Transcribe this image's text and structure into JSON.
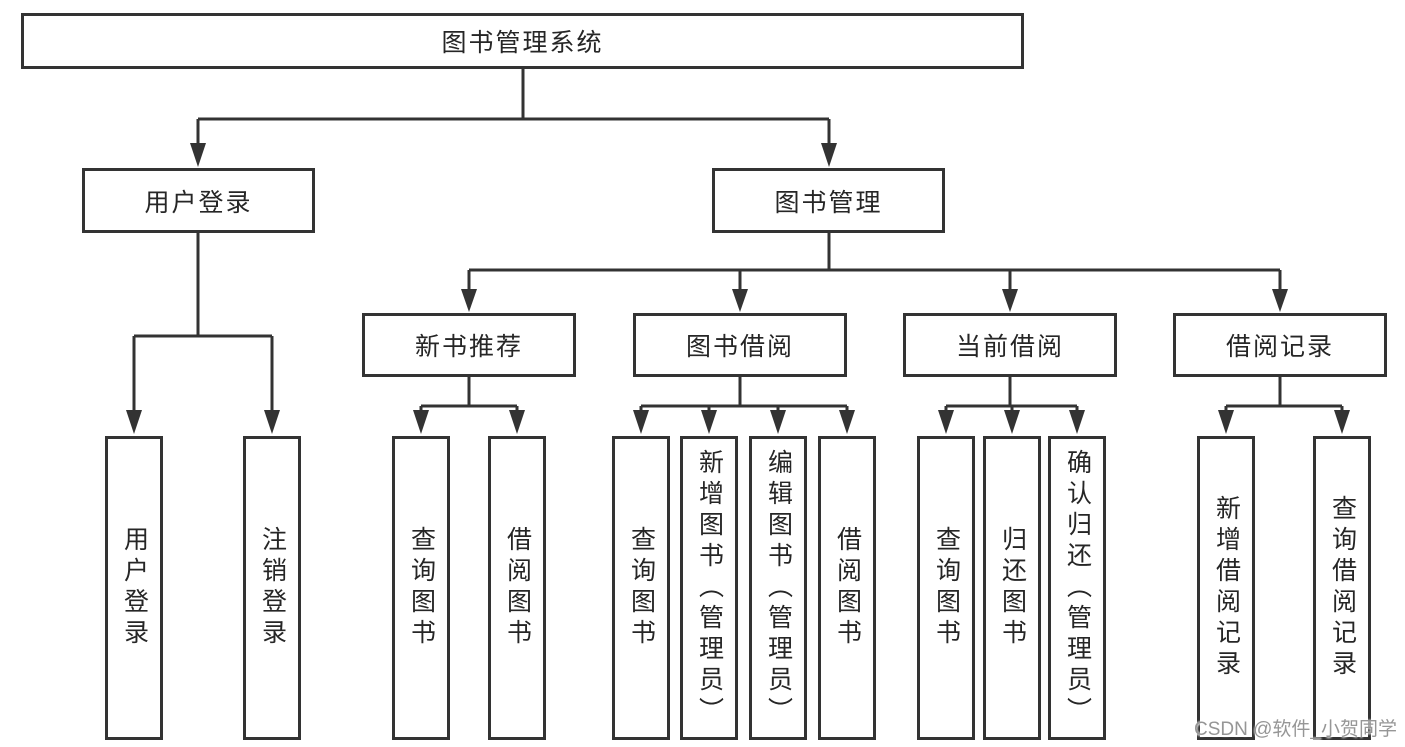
{
  "diagram": {
    "type": "hierarchy-tree",
    "colors": {
      "line": "#333333",
      "box_border": "#333333",
      "text": "#262626",
      "background": "#ffffff",
      "watermark": "#969696"
    },
    "watermark": {
      "text": "CSDN @软件_小贺同学"
    },
    "tree": {
      "label": "图书管理系统",
      "children": [
        {
          "label": "用户登录",
          "children": [
            {
              "label": "用户登录"
            },
            {
              "label": "注销登录"
            }
          ]
        },
        {
          "label": "图书管理",
          "children": [
            {
              "label": "新书推荐",
              "children": [
                {
                  "label": "查询图书"
                },
                {
                  "label": "借阅图书"
                }
              ]
            },
            {
              "label": "图书借阅",
              "children": [
                {
                  "label": "查询图书"
                },
                {
                  "label": "新增图书（管理员）"
                },
                {
                  "label": "编辑图书（管理员）"
                },
                {
                  "label": "借阅图书"
                }
              ]
            },
            {
              "label": "当前借阅",
              "children": [
                {
                  "label": "查询图书"
                },
                {
                  "label": "归还图书"
                },
                {
                  "label": "确认归还（管理员）"
                }
              ]
            },
            {
              "label": "借阅记录",
              "children": [
                {
                  "label": "新增借阅记录"
                },
                {
                  "label": "查询借阅记录"
                }
              ]
            }
          ]
        }
      ]
    }
  }
}
